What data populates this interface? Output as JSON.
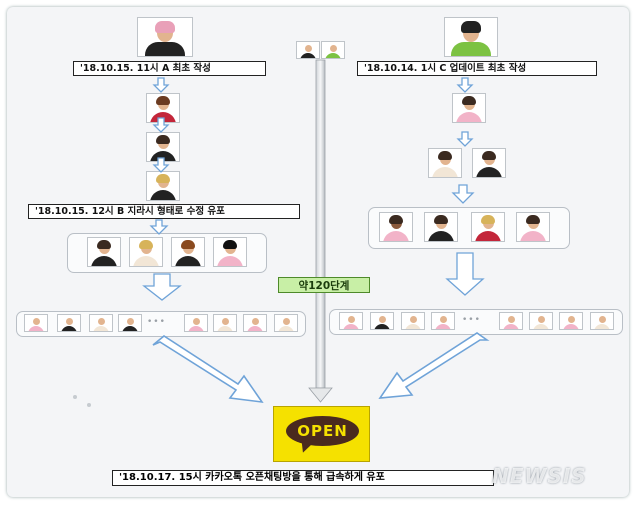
{
  "labels": {
    "a_create": "'18.10.15. 11시 A 최초 작성",
    "c_update": "'18.10.14. 1시 C 업데이트 최초 작성",
    "b_modify": "'18.10.15. 12시 B 지라시 형태로 수정 유포",
    "steps": "약120단계",
    "open": "OPEN",
    "final": "'18.10.17. 15시 카카오톡 오픈채팅방을 통해 급속하게 유포"
  },
  "watermark": "NEWSIS",
  "ellipsis": "•••",
  "colors": {
    "arrow_blue": "#6fa3d8",
    "step_green": "#c8efa6",
    "open_yellow": "#f5e100",
    "open_bubble": "#4a2a1e"
  },
  "icons": {
    "person": "person-icon",
    "kakao": "kakao-open-icon"
  }
}
